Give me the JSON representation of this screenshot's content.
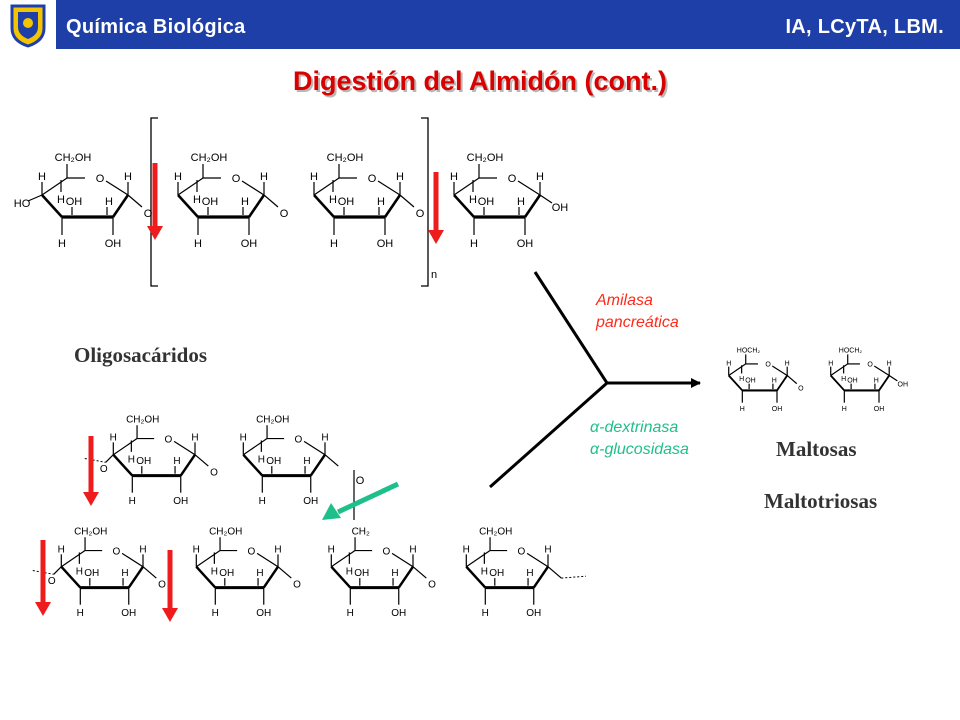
{
  "header": {
    "course": "Química Biológica",
    "programs": "IA, LCyTA, LBM."
  },
  "title": "Digestión del Almidón (cont.)",
  "labels": {
    "oligosaccharides": "Oligosacáridos",
    "maltoses": "Maltosas",
    "maltotrioses": "Maltotriosas",
    "repeat_n": "n"
  },
  "enzymes": {
    "pancreatic_line1": "Amilasa",
    "pancreatic_line2": "pancreática",
    "debranching_line1": "α-dextrinasa",
    "debranching_line2": "α-glucosidasa"
  },
  "atoms": {
    "ch2oh": "CH₂OH",
    "hoch2": "HOCH₂",
    "ch2": "CH₂",
    "o": "O",
    "h": "H",
    "oh": "OH",
    "ho": "HO"
  },
  "colors": {
    "header": "#1f3fa8",
    "title": "#d90000",
    "arrow_red": "#ee1c1c",
    "arrow_green": "#1fbf8c",
    "enzyme_red": "#ff2a1a",
    "enzyme_green": "#1fbf8c"
  }
}
